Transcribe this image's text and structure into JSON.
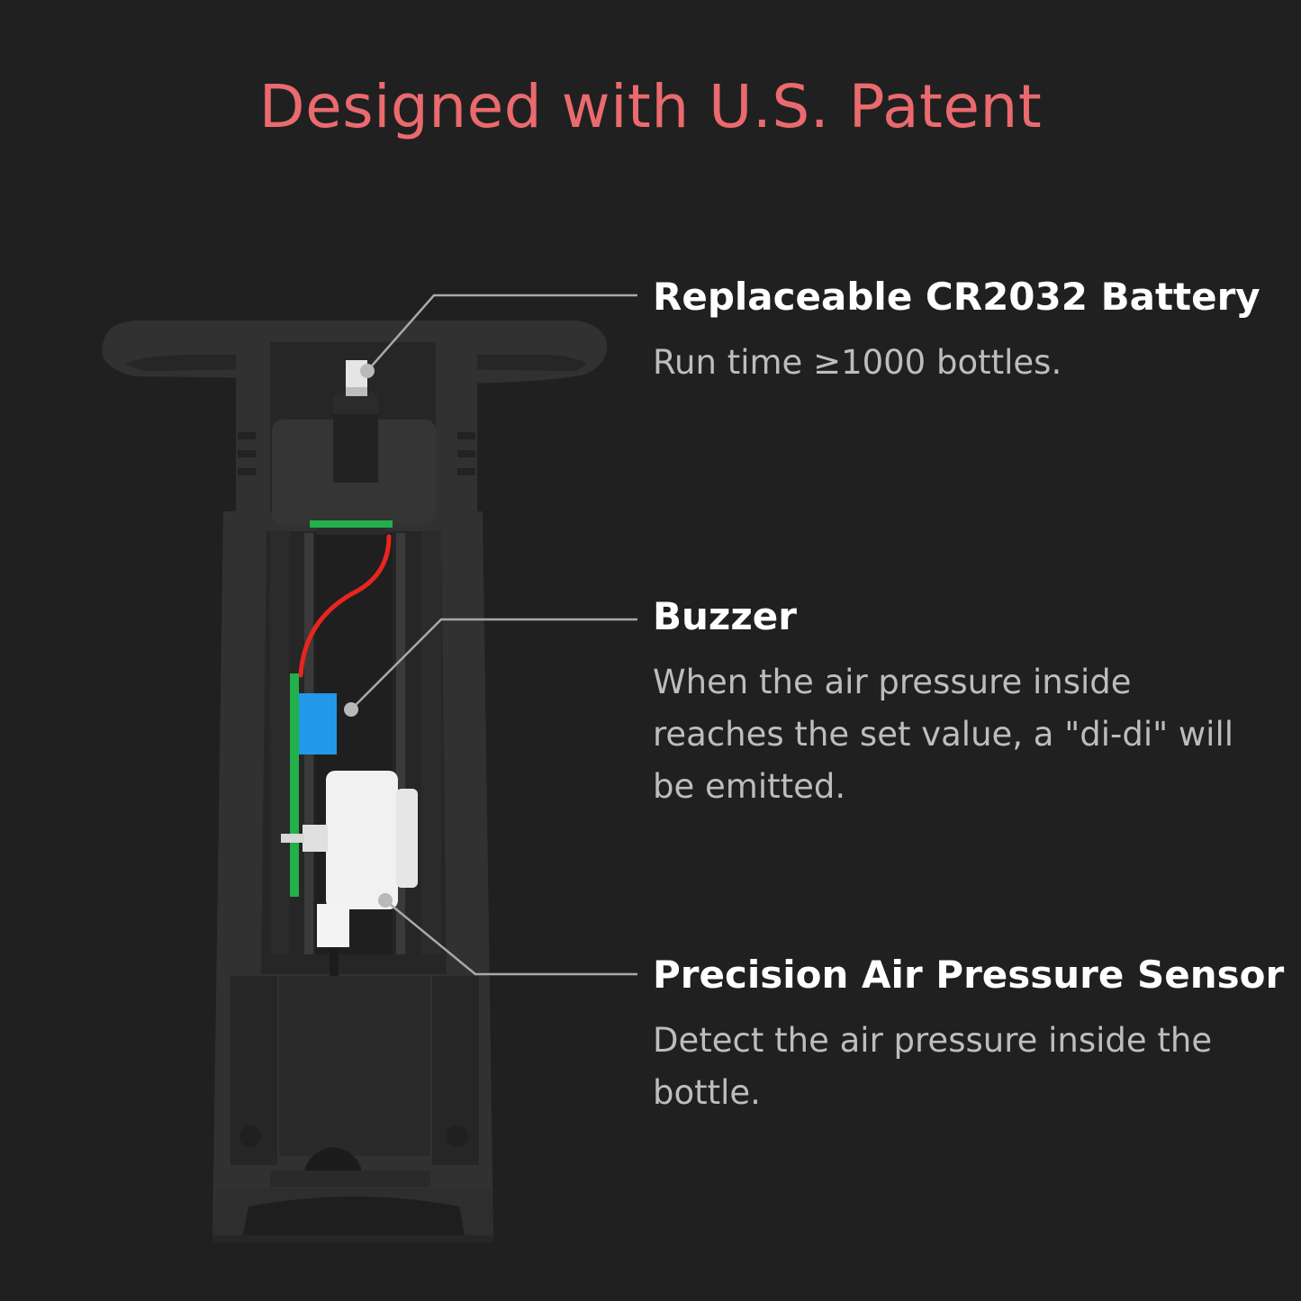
{
  "headline": "Designed with U.S. Patent",
  "colors": {
    "background": "#202020",
    "headline": "#ea6a6e",
    "body": "#313131",
    "wire": "#e8251f",
    "pcb": "#22b04a",
    "buzzer": "#2298ea",
    "sensor": "#f1f1f1",
    "leader": "#a9a9a9"
  },
  "callouts": [
    {
      "title": "Replaceable CR2032 Battery",
      "desc": "Run time ≥1000 bottles."
    },
    {
      "title": "Buzzer",
      "desc": "When the air pressure inside reaches the set value, a \"di-di\" will be emitted."
    },
    {
      "title": "Precision Air Pressure Sensor",
      "desc": "Detect the air pressure inside the bottle."
    }
  ]
}
